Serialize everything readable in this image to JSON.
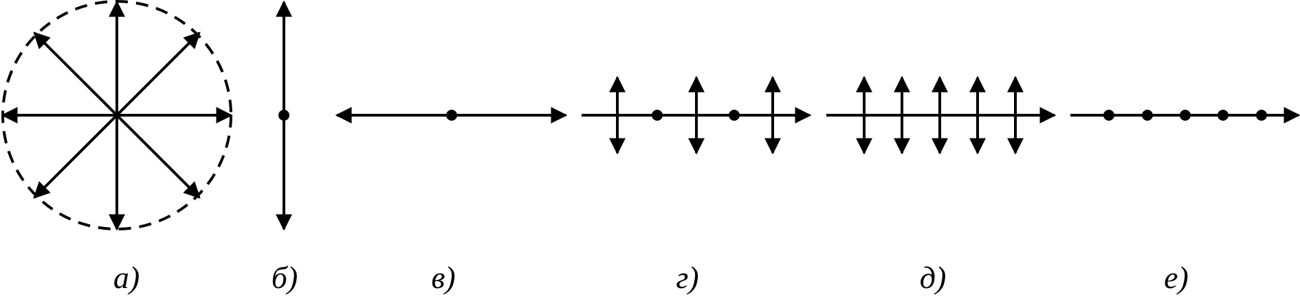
{
  "figure": {
    "panels": [
      {
        "id": "a",
        "label": "а)"
      },
      {
        "id": "b",
        "label": "б)"
      },
      {
        "id": "v",
        "label": "в)"
      },
      {
        "id": "g",
        "label": "г)"
      },
      {
        "id": "d",
        "label": "д)"
      },
      {
        "id": "e",
        "label": "е)"
      }
    ],
    "colors": {
      "stroke": "#000000",
      "background": "#ffffff"
    }
  }
}
